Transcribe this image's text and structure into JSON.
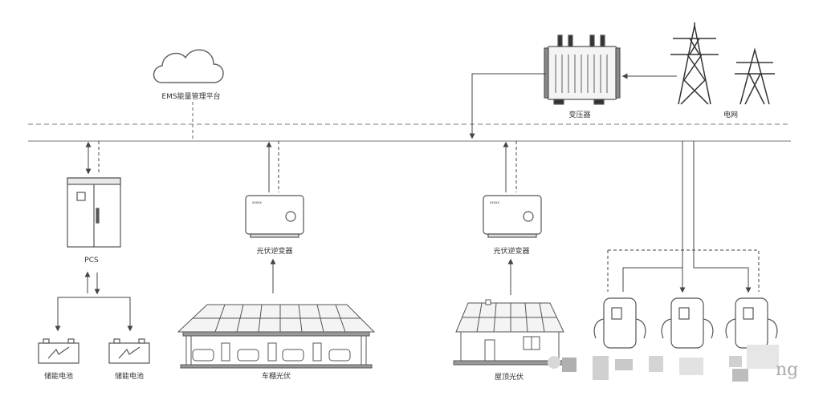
{
  "labels": {
    "ems": "EMS能量管理平台",
    "transformer": "变压器",
    "grid": "电网",
    "pcs": "PCS",
    "storage_1": "储能电池",
    "storage_2": "储能电池",
    "inverter_1": "光伏逆变器",
    "inverter_2": "光伏逆变器",
    "carport_pv": "车棚光伏",
    "rooftop_pv": "屋顶光伏"
  },
  "watermark": "ng",
  "colors": {
    "line": "#555555",
    "bus": "#777777",
    "panel": "#f4f4f4"
  }
}
